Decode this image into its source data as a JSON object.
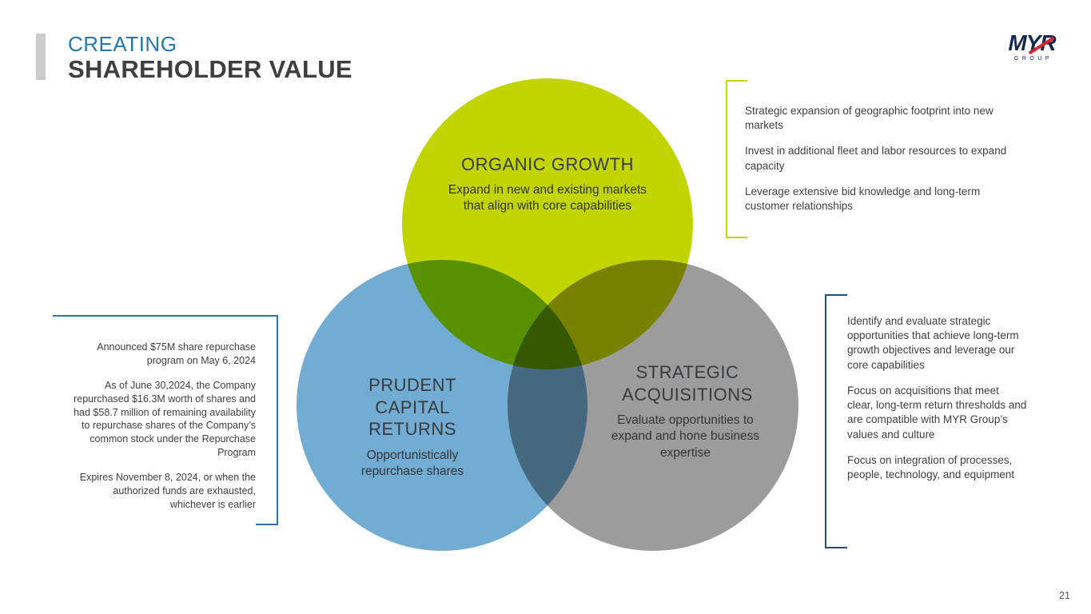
{
  "header": {
    "eyebrow": "CREATING",
    "title": "SHAREHOLDER VALUE"
  },
  "logo": {
    "name": "MYR",
    "sub": "GROUP"
  },
  "venn": {
    "organic": {
      "title": "ORGANIC GROWTH",
      "body": "Expand in new and existing markets that align with core capabilities",
      "color": "#c3d500"
    },
    "capital": {
      "title": "PRUDENT CAPITAL RETURNS",
      "body": "Opportunistically repurchase shares",
      "color": "#72acd2"
    },
    "acquisitions": {
      "title": "STRATEGIC ACQUISITIONS",
      "body": "Evaluate opportunities to expand and hone business expertise",
      "color": "#9d9c9c"
    }
  },
  "annotations": {
    "organic_notes": {
      "accent_color": "#c3d500",
      "items": [
        "Strategic expansion of geographic footprint into new markets",
        "Invest in additional fleet and labor resources to expand capacity",
        "Leverage extensive bid knowledge and long-term customer relationships"
      ]
    },
    "capital_notes": {
      "accent_color": "#2e74b5",
      "items": [
        "Announced $75M share repurchase program on May 6, 2024",
        "As of June 30,2024, the Company repurchased $16.3M worth of shares and had $58.7 million of remaining availability to repurchase shares of the Company’s common stock under the Repurchase Program",
        "Expires November 8, 2024, or when the authorized funds are exhausted, whichever is earlier"
      ]
    },
    "acquisition_notes": {
      "accent_color": "#1f4e79",
      "items": [
        "Identify and evaluate strategic opportunities that achieve long-term growth objectives and leverage our core capabilities",
        "Focus on acquisitions that meet clear, long-term return thresholds and are compatible with MYR Group’s values and culture",
        "Focus on integration of processes, people, technology, and equipment"
      ]
    }
  },
  "footer": {
    "page_number": "21"
  }
}
